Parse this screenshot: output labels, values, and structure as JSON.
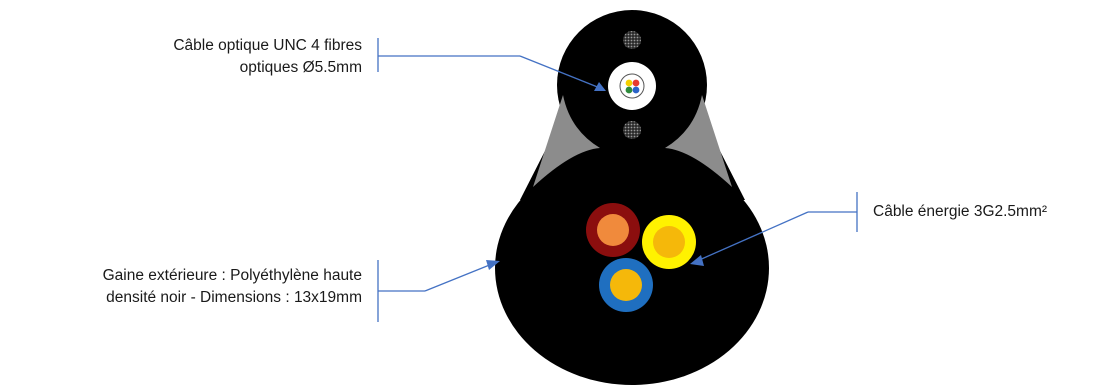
{
  "labels": {
    "fiber": {
      "line1": "Câble optique UNC 4 fibres",
      "line2": "optiques Ø5.5mm"
    },
    "power": {
      "line1": "Câble énergie 3G2.5mm²"
    },
    "sheath": {
      "line1": "Gaine extérieure : Polyéthylène haute",
      "line2": "densité noir - Dimensions : 13x19mm"
    }
  },
  "colors": {
    "sheath": "#000000",
    "filler": "#8c8c8c",
    "pointer": "#4472c4",
    "conductor_brown_insulation": "#8b0e0e",
    "conductor_brown_core": "#f08a3c",
    "conductor_yellow_insulation": "#fff200",
    "conductor_yellow_core": "#f5b80a",
    "conductor_blue_insulation": "#1f6fc0",
    "conductor_blue_core": "#f5b80a"
  }
}
